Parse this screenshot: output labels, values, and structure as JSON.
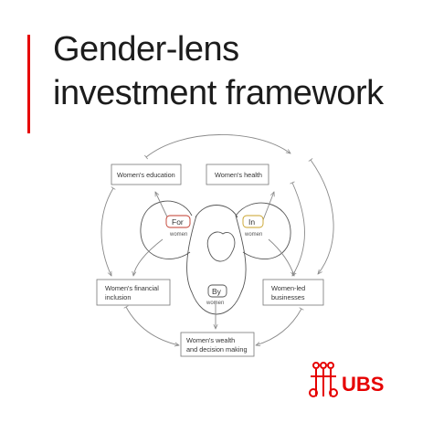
{
  "title": {
    "line1": "Gender-lens",
    "line2": "investment framework"
  },
  "diagram": {
    "boxes": [
      {
        "id": "education",
        "lines": [
          "Women's education"
        ]
      },
      {
        "id": "health",
        "lines": [
          "Women's health"
        ]
      },
      {
        "id": "financial",
        "lines": [
          "Women's financial",
          "inclusion"
        ]
      },
      {
        "id": "business",
        "lines": [
          "Women-led",
          "businesses"
        ]
      },
      {
        "id": "wealth",
        "lines": [
          "Women's wealth",
          "and decision making"
        ]
      }
    ],
    "lenses": [
      {
        "id": "for",
        "label": "For",
        "sub": "women",
        "color": "#c0392b"
      },
      {
        "id": "in",
        "label": "In",
        "sub": "women",
        "color": "#c9a227"
      },
      {
        "id": "by",
        "label": "By",
        "sub": "women",
        "color": "#555555"
      }
    ]
  },
  "logo": {
    "text": "UBS",
    "color": "#e60000",
    "icon": "three-keys-icon"
  },
  "colors": {
    "accent": "#e60000",
    "line": "#8a8a8a"
  }
}
